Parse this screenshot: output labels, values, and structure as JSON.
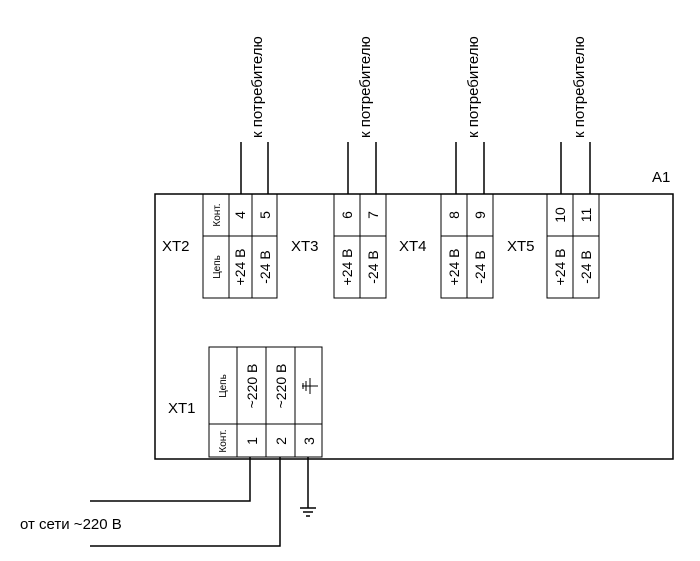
{
  "module_label": "A1",
  "consumer_label": "к потребителю",
  "supply_label": "от сети ~220 В",
  "header": {
    "contact": "Конт.",
    "circuit": "Цепь"
  },
  "blocks": {
    "xt1": {
      "name": "XT1",
      "contacts": [
        "1",
        "2",
        "3"
      ],
      "circuits": [
        "~220 В",
        "~220 В"
      ],
      "ground_symbol": "ground-icon"
    },
    "xt2": {
      "name": "XT2",
      "contacts": [
        "4",
        "5"
      ],
      "circuits": [
        "+24 В",
        "-24 В"
      ]
    },
    "xt3": {
      "name": "XT3",
      "contacts": [
        "6",
        "7"
      ],
      "circuits": [
        "+24 В",
        "-24 В"
      ]
    },
    "xt4": {
      "name": "XT4",
      "contacts": [
        "8",
        "9"
      ],
      "circuits": [
        "+24 В",
        "-24 В"
      ]
    },
    "xt5": {
      "name": "XT5",
      "contacts": [
        "10",
        "11"
      ],
      "circuits": [
        "+24 В",
        "-24 В"
      ]
    }
  }
}
